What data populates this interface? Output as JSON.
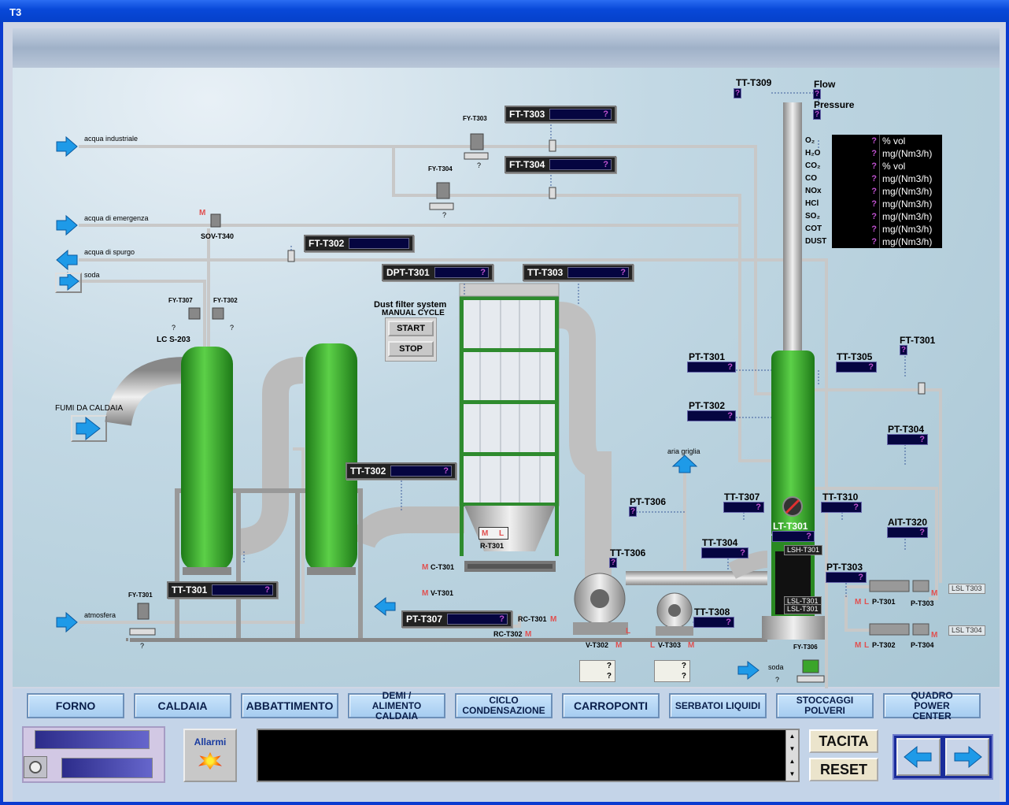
{
  "window": {
    "title": "T3"
  },
  "lines": {
    "industrial_water": "acqua industriale",
    "emergency_water": "acqua di emergenza",
    "purge_water": "acqua di spurgo",
    "soda": "soda",
    "flue_gas": "FUMI DA CALDAIA",
    "atmosphere": "atmosfera",
    "grate_air": "aria griglia",
    "soda_bottom": "soda"
  },
  "valves": {
    "fy_t303": "FY-T303",
    "fy_t304": "FY-T304",
    "sov_t340": "SOV-T340",
    "fy_t307": "FY-T307",
    "fy_t302": "FY-T302",
    "lcs_203": "LC S-203",
    "fy_t301": "FY-T301",
    "fy_t306": "FY-T306",
    "q": "?",
    "m": "M",
    "l": "L"
  },
  "panels": {
    "ft_t303": {
      "tag": "FT-T303",
      "value": "?"
    },
    "ft_t304": {
      "tag": "FT-T304",
      "value": "?"
    },
    "ft_t302": {
      "tag": "FT-T302",
      "value": ""
    },
    "dpt_t301": {
      "tag": "DPT-T301",
      "value": "?"
    },
    "tt_t303": {
      "tag": "TT-T303",
      "value": "?"
    },
    "tt_t302": {
      "tag": "TT-T302",
      "value": "?"
    },
    "tt_t301": {
      "tag": "TT-T301",
      "value": "?"
    },
    "pt_t307": {
      "tag": "PT-T307",
      "value": "?"
    }
  },
  "dust_filter": {
    "title": "Dust filter system",
    "subtitle": "MANUAL CYCLE",
    "start": "START",
    "stop": "STOP",
    "r_t301": "R-T301",
    "c_t301": "C-T301",
    "v_t301": "V-T301",
    "rc_t301": "RC-T301",
    "rc_t302": "RC-T302"
  },
  "instruments": {
    "tt_t309": "TT-T309",
    "flow": "Flow",
    "pressure": "Pressure",
    "pt_t301": "PT-T301",
    "pt_t302": "PT-T302",
    "tt_t305": "TT-T305",
    "ft_t301": "FT-T301",
    "pt_t304": "PT-T304",
    "pt_t306": "PT-T306",
    "tt_t307": "TT-T307",
    "tt_t310": "TT-T310",
    "lt_t301": "LT-T301",
    "aït_t320": "AIT-T320",
    "tt_t306": "TT-T306",
    "tt_t304": "TT-T304",
    "pt_t303": "PT-T303",
    "tt_t308": "TT-T308",
    "lsh_t301": "LSH-T301",
    "lsl_t301": "LSL-T301",
    "p_t301": "P-T301",
    "p_t302": "P-T302",
    "p_t303": "P-T303",
    "p_t304": "P-T304",
    "lsl_t303": "LSL T303",
    "lsl_t304": "LSL T304",
    "v_t302": "V-T302",
    "v_t303": "V-T303"
  },
  "gas_analysis": [
    {
      "label": "O₂",
      "value": "?",
      "unit": "% vol"
    },
    {
      "label": "H₂O",
      "value": "?",
      "unit": "mg/(Nm3/h)"
    },
    {
      "label": "CO₂",
      "value": "?",
      "unit": "% vol"
    },
    {
      "label": "CO",
      "value": "?",
      "unit": "mg/(Nm3/h)"
    },
    {
      "label": "NOx",
      "value": "?",
      "unit": "mg/(Nm3/h)"
    },
    {
      "label": "HCl",
      "value": "?",
      "unit": "mg/(Nm3/h)"
    },
    {
      "label": "SO₂",
      "value": "?",
      "unit": "mg/(Nm3/h)"
    },
    {
      "label": "COT",
      "value": "?",
      "unit": "mg/(Nm3/h)"
    },
    {
      "label": "DUST",
      "value": "?",
      "unit": "mg/(Nm3/h)"
    }
  ],
  "nav": [
    {
      "label": "FORNO"
    },
    {
      "label": "CALDAIA"
    },
    {
      "label": "ABBATTIMENTO"
    },
    {
      "label": "DEMI / ALIMENTO CALDAIA"
    },
    {
      "label": "CICLO CONDENSAZIONE"
    },
    {
      "label": "CARROPONTI"
    },
    {
      "label": "SERBATOI LIQUIDI"
    },
    {
      "label": "STOCCAGGI POLVERI"
    },
    {
      "label": "QUADRO POWER CENTER"
    }
  ],
  "footer": {
    "alarms": "Allarmi",
    "mute": "TACITA",
    "reset": "RESET"
  },
  "colors": {
    "tank_green": "#3aa52a",
    "pipe_gray": "#c8c8c8",
    "arrow_blue": "#1e9ae8",
    "panel_dark": "#222222"
  }
}
